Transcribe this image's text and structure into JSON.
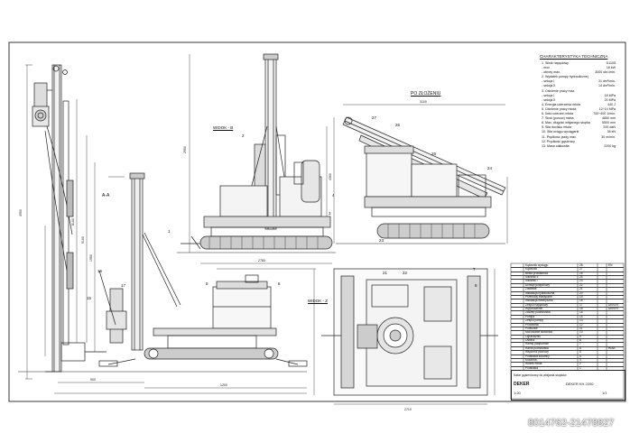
{
  "views": {
    "section_aa": "A-A",
    "view_b": "WIDOK - B",
    "folded": "PO ZŁOŻENIU",
    "view_z": "WIDOK - Z"
  },
  "spec": {
    "title": "CHARAKTERYSTYKA TECHNICZNA",
    "rows": [
      {
        "k": "1. Silnik napędowy",
        "v": "D1105"
      },
      {
        "k": "  - moc",
        "v": "18 kW"
      },
      {
        "k": "  - obroty max.",
        "v": "3000 obr./min."
      },
      {
        "k": "2. Wydatek pompy hydraulicznej",
        "v": ""
      },
      {
        "k": "  - sekcja I",
        "v": "31 dm³/min."
      },
      {
        "k": "  - sekcja II",
        "v": "14 dm³/min."
      },
      {
        "k": "3. Ciśnienie pracy max.",
        "v": ""
      },
      {
        "k": "  - sekcja I",
        "v": "18 MPa"
      },
      {
        "k": "  - sekcja II",
        "v": "20 MPa"
      },
      {
        "k": "4. Energia uderzenia młota",
        "v": "440 J"
      },
      {
        "k": "5. Ciśnienie pracy młota",
        "v": "12÷14 MPa"
      },
      {
        "k": "6. Ilość uderzeń młota",
        "v": "700÷400 1/min."
      },
      {
        "k": "7. Skok (posuw) młota",
        "v": "4850 mm"
      },
      {
        "k": "8. Max. długość wbijanego słupka",
        "v": "5500 mm"
      },
      {
        "k": "9. Siła docisku młota",
        "v": "200 daN"
      },
      {
        "k": "10. Siła uciągu wyciągarki",
        "v": "36 kN"
      },
      {
        "k": "11. Prędkość jazdy max.",
        "v": "30 m/min."
      },
      {
        "k": "12. Prędkość gąsienicy",
        "v": ""
      },
      {
        "k": "13. Masa całkowita",
        "v": "2200 kg"
      }
    ]
  },
  "bom": {
    "rows": [
      {
        "name": "Kątownik wyciągu",
        "code": "",
        "n": "28",
        "m": "EN"
      },
      {
        "name": "Kątownik ",
        "code": "",
        "n": "27",
        "m": ""
      },
      {
        "name": "Belka prowadnica",
        "code": "",
        "n": "25",
        "m": ""
      },
      {
        "name": "Siłownik II",
        "code": "",
        "n": "24",
        "m": ""
      },
      {
        "name": "Siłownik I",
        "code": "",
        "n": "23",
        "m": ""
      },
      {
        "name": "Uchwyt podporowy",
        "code": "",
        "n": "22",
        "m": ""
      },
      {
        "name": "Zawiesie",
        "code": "",
        "n": "21",
        "m": ""
      },
      {
        "name": "Instalacja hydrauliczna",
        "code": "",
        "n": "20",
        "m": ""
      },
      {
        "name": "Przewody elastyczne",
        "code": "",
        "n": "19",
        "m": ""
      },
      {
        "name": "Instalacja elektryczna",
        "code": "",
        "n": "18",
        "m": ""
      },
      {
        "name": "Zespół napędowy",
        "code": "",
        "n": "17",
        "m": "DEKER"
      },
      {
        "name": "Wyposażenie",
        "code": "",
        "n": "16",
        "m": "DEKER"
      },
      {
        "name": "Zaczep podnośnika",
        "code": "",
        "n": "15",
        "m": ""
      },
      {
        "name": "Pompa",
        "code": "",
        "n": "14",
        "m": ""
      },
      {
        "name": "Zespół pompy",
        "code": "",
        "n": "13",
        "m": ""
      },
      {
        "name": "Prowadnik",
        "code": "",
        "n": "12",
        "m": ""
      },
      {
        "name": "Podwozie",
        "code": "",
        "n": "11",
        "m": ""
      },
      {
        "name": "Mocowanie siłownika",
        "code": "",
        "n": "10",
        "m": ""
      },
      {
        "name": "Ogranicznik",
        "code": "",
        "n": "9",
        "m": ""
      },
      {
        "name": "Osłona",
        "code": "",
        "n": "8",
        "m": ""
      },
      {
        "name": "Ramię podporowe",
        "code": "",
        "n": "7",
        "m": ""
      },
      {
        "name": "Rama podnośnika",
        "code": "",
        "n": "6",
        "m": "HIAB"
      },
      {
        "name": "Wspornik pionowy",
        "code": "",
        "n": "5",
        "m": ""
      },
      {
        "name": "Podstawa kolumny",
        "code": "",
        "n": "4",
        "m": ""
      },
      {
        "name": "Kolumna",
        "code": "",
        "n": "3",
        "m": ""
      },
      {
        "name": "Wózek młota",
        "code": "",
        "n": "2",
        "m": ""
      },
      {
        "name": "Podstawa",
        "code": "",
        "n": "1",
        "m": ""
      }
    ]
  },
  "title_block": {
    "company": "DEKER",
    "designation": "Kafar gąsienicowy do wbijania słupków",
    "code": "DEKER KH 2200",
    "scale": "1:20",
    "sheet": "1/1"
  },
  "watermark": "8014762-21478827",
  "dims": {
    "d1": "4950",
    "d2": "8100",
    "d3": "5100",
    "d4": "1950",
    "d5": "2950",
    "d6": "4300",
    "d7": "3100",
    "d8": "2710",
    "d9": "900",
    "d10": "1200",
    "d11": "2780"
  },
  "callouts": [
    "1",
    "2",
    "3",
    "4",
    "5",
    "6",
    "7",
    "8",
    "15",
    "16",
    "17",
    "21",
    "22",
    "23",
    "24",
    "25",
    "26",
    "27"
  ]
}
